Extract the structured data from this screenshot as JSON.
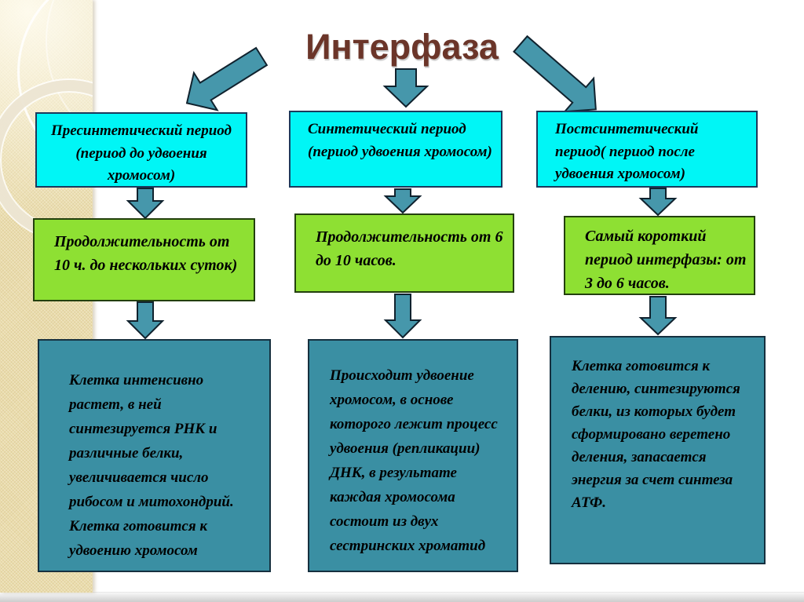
{
  "slide": {
    "title": "Интерфаза",
    "columns": [
      {
        "period": "Пресинтетический период (период до удвоения хромосом)",
        "duration": "Продолжительность от 10 ч. до нескольких суток)",
        "description": "Клетка интенсивно растет, в ней синтезируется РНК и различные белки, увеличивается число рибосом и митохондрий. Клетка готовится  к удвоению хромосом"
      },
      {
        "period": "Синтетический период (период удвоения хромосом)",
        "duration": "Продолжительность от 6 до 10 часов.",
        "description": "Происходит удвоение хромосом, в основе которого лежит процесс удвоения (репликации) ДНК, в результате каждая хромосома состоит из двух сестринских хроматид"
      },
      {
        "period": "Постсинтетический период( период после удвоения хромосом)",
        "duration": "Самый короткий период интерфазы: от 3 до 6 часов.",
        "description": "Клетка готовится к делению, синтезируются белки, из которых будет сформировано веретено деления, запасается энергия за счет синтеза АТФ."
      }
    ],
    "colors": {
      "title_text": "#6B3529",
      "period_box": "#00F6F6",
      "duration_box": "#8EE033",
      "description_box": "#3A8FA3",
      "arrow_fill": "#4697AB",
      "sidebar": "#EADCAC"
    }
  }
}
